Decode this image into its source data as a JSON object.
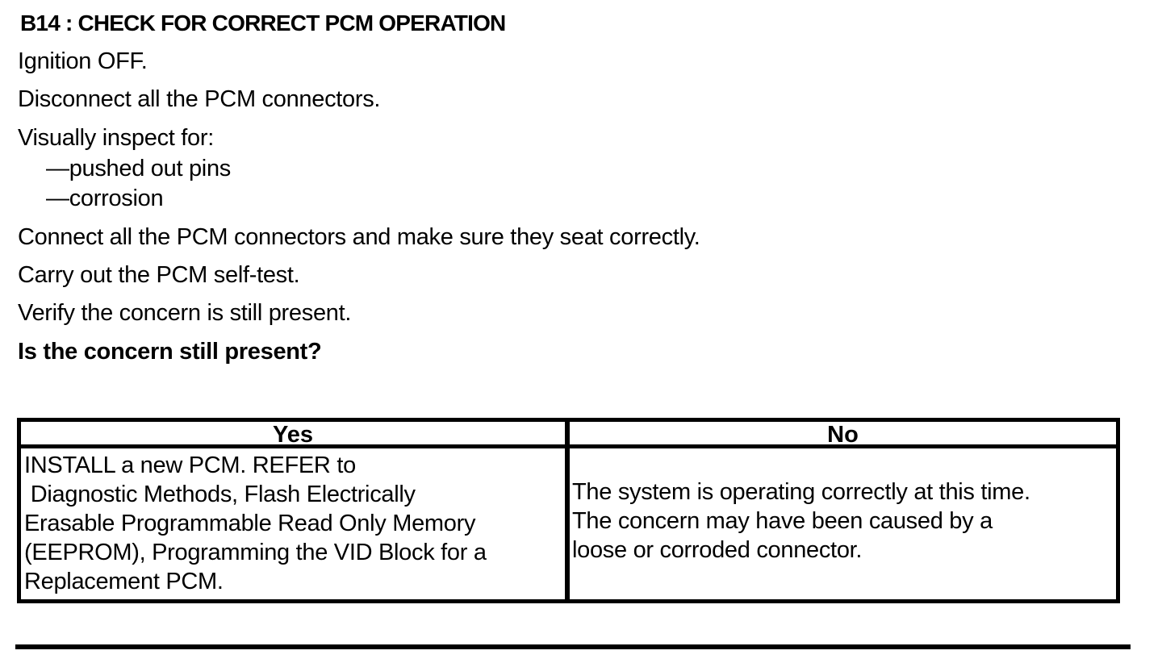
{
  "page": {
    "title": "B14 : CHECK FOR CORRECT PCM OPERATION",
    "steps": [
      "Ignition OFF.",
      "Disconnect all the PCM connectors.",
      "Visually inspect for:"
    ],
    "inspection_items": [
      "—pushed out pins",
      "—corrosion"
    ],
    "steps_after": [
      "Connect all the PCM connectors and make sure they seat correctly.",
      "Carry out the PCM self-test.",
      "Verify the concern is still present."
    ],
    "question": "Is the concern still present?"
  },
  "decision_table": {
    "yes_header": "Yes",
    "no_header": "No",
    "yes_lines": [
      "INSTALL a new PCM. REFER to",
      " Diagnostic Methods, Flash Electrically",
      "Erasable Programmable Read Only Memory",
      "(EEPROM), Programming the VID Block for a",
      "Replacement PCM."
    ],
    "no_lines": [
      "The system is operating correctly at this time.",
      "The concern may have been caused by a",
      "loose or corroded connector."
    ]
  }
}
